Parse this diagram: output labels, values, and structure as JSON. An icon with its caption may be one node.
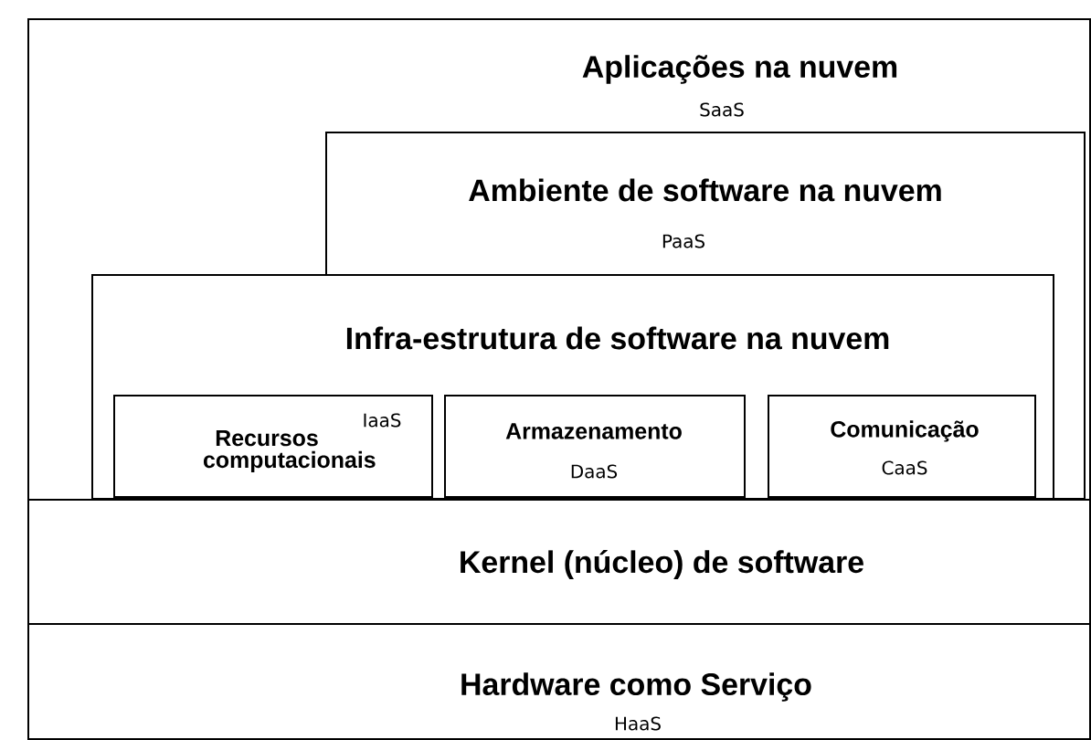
{
  "diagram": {
    "nodes": [
      {
        "text": [
          "Aplicações na nuvem",
          "SaaS"
        ]
      },
      {
        "text": [
          "Ambiente de software na nuvem",
          "PaaS"
        ],
        "in": 0
      },
      {
        "text": [
          "Infra-estrutura de software na nuvem"
        ],
        "in": 0
      },
      {
        "text": [
          "IaaS",
          "Recursos computacionais"
        ],
        "in": 2
      },
      {
        "text": [
          "Armazenamento",
          "DaaS"
        ]
      },
      {
        "text": [
          "Comunicação",
          "CaaS"
        ]
      },
      {
        "text": [
          "Kernel (núcleo) de software"
        ]
      },
      {
        "text": [
          "Hardware como Serviço",
          "HaaS"
        ]
      }
    ]
  }
}
